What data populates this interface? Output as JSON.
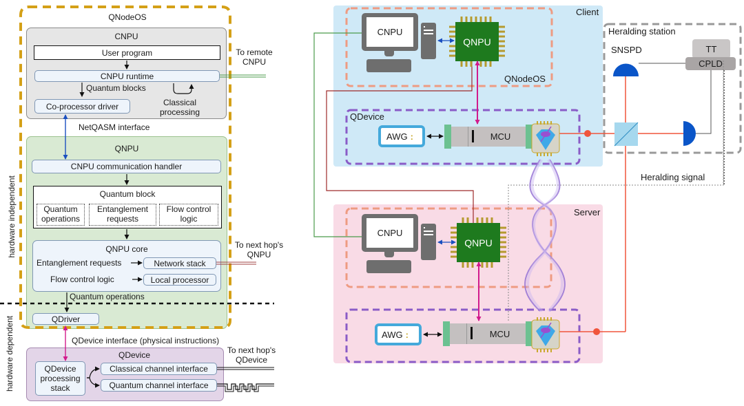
{
  "left_panel": {
    "qnodeos_title": "QNodeOS",
    "cnpu": {
      "title": "CNPU",
      "user_program": "User program",
      "cnpu_runtime": "CNPU runtime",
      "quantum_blocks": "Quantum blocks",
      "classical_processing": [
        "Classical",
        "processing"
      ],
      "coprocessor_driver": "Co-processor driver",
      "to_remote": [
        "To remote",
        "CNPU"
      ]
    },
    "netqasm_interface": "NetQASM interface",
    "qnpu": {
      "title": "QNPU",
      "comm_handler": "CNPU communication handler",
      "quantum_block": {
        "title": "Quantum block",
        "items": [
          [
            "Quantum",
            "operations"
          ],
          [
            "Entanglement",
            "requests"
          ],
          [
            "Flow control",
            "logic"
          ]
        ]
      },
      "core": {
        "title": "QNPU core",
        "entanglement_requests": "Entanglement requests",
        "network_stack": "Network stack",
        "flow_control_logic": "Flow control logic",
        "local_processor": "Local processor"
      },
      "to_next_hop": [
        "To next hop's",
        "QNPU"
      ],
      "quantum_operations": "Quantum operations",
      "qdriver": "QDriver"
    },
    "qdevice_interface": "QDevice interface (physical instructions)",
    "qdevice": {
      "title": "QDevice",
      "processing_stack": [
        "QDevice",
        "processing",
        "stack"
      ],
      "classical_channel": "Classical channel interface",
      "quantum_channel": "Quantum channel interface",
      "to_next_hop": [
        "To next hop's",
        "QDevice"
      ]
    },
    "side_labels": {
      "hardware_independent": "hardware independent",
      "hardware_dependent": "hardware dependent"
    }
  },
  "right_panel": {
    "client": {
      "label": "Client",
      "cnpu": "CNPU",
      "qnpu": "QNPU",
      "qnodeos": "QNodeOS",
      "qdevice": "QDevice",
      "awg": "AWG",
      "mcu": "MCU"
    },
    "server": {
      "label": "Server",
      "cnpu": "CNPU",
      "qnpu": "QNPU",
      "awg": "AWG",
      "mcu": "MCU"
    },
    "heralding_station": {
      "title": "Heralding station",
      "snspd": "SNSPD",
      "tt": "TT",
      "cpld": "CPLD"
    },
    "heralding_signal": "Heralding signal"
  },
  "colors": {
    "qnodeos_border": "#d4a017",
    "cnpu_bg": "#e6e6e6",
    "qnpu_bg": "#d9ead3",
    "qdevice_bg": "#e3d5e8",
    "client_bg": "#cfe9f7",
    "server_bg": "#f9dbe6",
    "chip_green": "#1e7a1e",
    "chip_pins": "#b59a2e",
    "qdevice_dash": "#8a5cc7",
    "qnodeos_dash": "#ee9b82",
    "laser": "#f0553c",
    "detector": "#0a55c8",
    "awg_border": "#44a9db",
    "mcu_body": "#c4c0c0",
    "mcu_cap": "#6cc191",
    "green_line": "#4a9a4a",
    "red_line": "#9e2a2a",
    "magenta_line": "#d21a8c",
    "blue_arrow": "#1a4fc0"
  }
}
